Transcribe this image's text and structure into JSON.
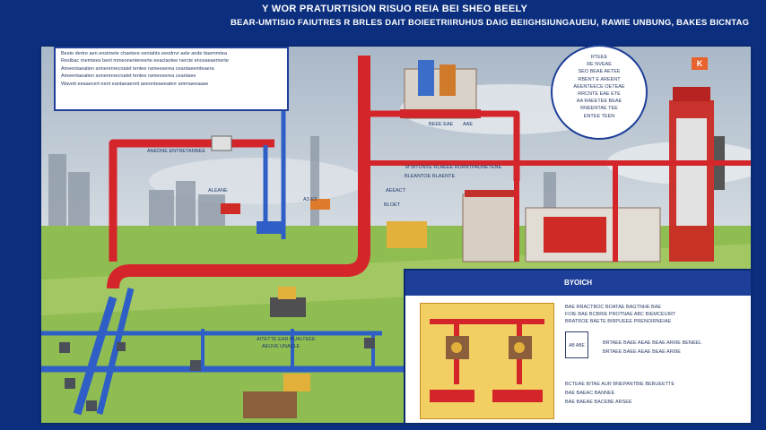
{
  "header": {
    "title": "Y WOR PRATURTISION RISUO REIA BEI SHEO BEELY",
    "subtitle": "BEAR-UMTISIO FAIUTRES R BRLES DAIT BOIEETRIIRUHUS DAIG BEIIGHSIUNGAUEIU, RAWIE UNBUNG, BAKES BICNTAG"
  },
  "callout": {
    "lines": [
      "Beste dertre aen enstmete chaetere oentahts eeodnvr aele ande ttaemmtea",
      "Restbac rnemtees bent mmeonentereerte eeaclaotee nercte enceaeaemerte",
      "Ameentaeaiten annerenrecnatet tentee rameeserea ceantaeemteaera",
      "Ameentaeaiten annerenrecnatet tentee rameeserea ceantaee",
      "Wavett eeaaecert eent eantaeaennt aeeonteaeeaterr ammaeeaaae"
    ]
  },
  "bubble": {
    "lines": [
      "RTEEE",
      "RE NVEAE",
      "SEO BEAE AETEE",
      "RBENT E AREENT",
      "AEENTEECE OETEAE",
      "RRCNTE EAE ETE",
      "AA RAEETEE BEAE",
      "RNEENTAE TEE",
      "ENTEE TEEN"
    ]
  },
  "labels": {
    "l1": "ANEDNE ENTRETANNEE",
    "l2": "ALEANE",
    "l3": "A3 E3",
    "l4": "M WTUNVE RLAEEE RURNTPAUNETENE",
    "l5": "BLEANTOE RLAENTE",
    "l6": "AEEACT",
    "l7": "BLOET",
    "l8": "AITETTE EAR RUALTEEE",
    "l9": "AEUVE UNAELE",
    "l10": "BEEE EAE",
    "l11": "AAE"
  },
  "inset": {
    "heading": "BYOICH",
    "lines": [
      "BAE RRACTBOC BOATAE BAGTNHE BAE",
      "FOIE BAE BCBRIE PROTNAE ABC BIEMCEUIRT",
      "BRATROE BAETE BIRPUEEE PRENOIRNEIAE",
      "BRTAEE BAEE AEAE BEAE ARIIIE BENEEL",
      "BRTAEE BAEE AEAE BEAE ARIIIE",
      "BCTEAE BITAE AUR BNEPANTBIE BEBUEETTE",
      "BAE BAEAC BANNEE",
      "BAE BAEAE BACEBE ARSEE"
    ],
    "box_label": "AB ABE"
  },
  "logo": {
    "text": "K"
  },
  "colors": {
    "frame_blue": "#0b2f7e",
    "pipe_red": "#d4252a",
    "pipe_blue": "#2f5fc6",
    "grass": "#8fbd52",
    "sky": "#c3ccd6"
  }
}
